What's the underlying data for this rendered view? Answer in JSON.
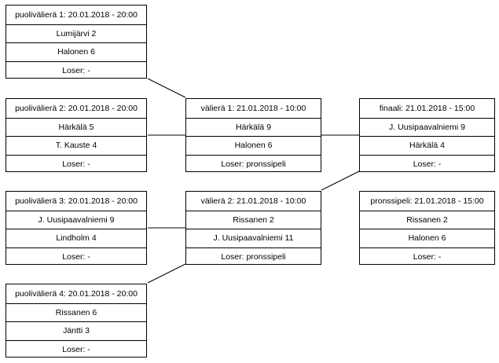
{
  "matches": [
    {
      "id": "qf1",
      "header": "puolivälierä 1: 20.01.2018 - 20:00",
      "team1": "Lumijärvi 2",
      "team2": "Halonen 6",
      "loser": "Loser: -"
    },
    {
      "id": "qf2",
      "header": "puolivälierä 2: 20.01.2018 - 20:00",
      "team1": "Härkälä 5",
      "team2": "T. Kauste 4",
      "loser": "Loser: -"
    },
    {
      "id": "qf3",
      "header": "puolivälierä 3: 20.01.2018 - 20:00",
      "team1": "J. Uusipaavalniemi 9",
      "team2": "Lindholm 4",
      "loser": "Loser: -"
    },
    {
      "id": "qf4",
      "header": "puolivälierä 4: 20.01.2018 - 20:00",
      "team1": "Rissanen 6",
      "team2": "Jäntti 3",
      "loser": "Loser: -"
    },
    {
      "id": "sf1",
      "header": "välierä 1: 21.01.2018 - 10:00",
      "team1": "Härkälä 9",
      "team2": "Halonen 6",
      "loser": "Loser: pronssipeli"
    },
    {
      "id": "sf2",
      "header": "välierä 2: 21.01.2018 - 10:00",
      "team1": "Rissanen 2",
      "team2": "J. Uusipaavalniemi 11",
      "loser": "Loser: pronssipeli"
    },
    {
      "id": "final",
      "header": "finaali: 21.01.2018 - 15:00",
      "team1": "J. Uusipaavalniemi 9",
      "team2": "Härkälä 4",
      "loser": "Loser: -"
    },
    {
      "id": "bronze",
      "header": "pronssipeli: 21.01.2018 - 15:00",
      "team1": "Rissanen 2",
      "team2": "Halonen 6",
      "loser": "Loser: -"
    }
  ]
}
